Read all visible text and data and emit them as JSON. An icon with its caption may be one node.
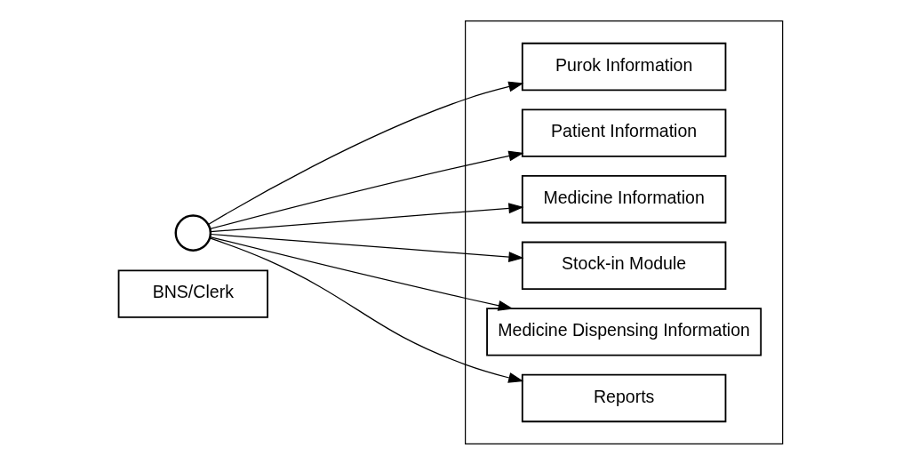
{
  "diagram": {
    "nodes": [
      {
        "text": [],
        "shape": "person"
      },
      {
        "text": [
          "BNS/Clerk"
        ]
      },
      {
        "text": [],
        "shape": "box"
      },
      {
        "text": [
          "Purok Information"
        ],
        "in": 2
      },
      {
        "text": [
          "Patient Information"
        ],
        "in": 2
      },
      {
        "text": [
          "Medicine Information"
        ],
        "in": 2
      },
      {
        "text": [
          "Stock-in Module"
        ],
        "in": 2
      },
      {
        "text": [
          "Medicine Dispensing Information"
        ],
        "in": 2
      },
      {
        "text": [
          "Reports"
        ],
        "in": 2
      }
    ],
    "edges": [
      {
        "from": 0,
        "to": 3,
        "arrow": "to"
      },
      {
        "from": 0,
        "to": 4,
        "arrow": "to"
      },
      {
        "from": 0,
        "to": 5,
        "arrow": "to"
      },
      {
        "from": 0,
        "to": 6,
        "arrow": "to"
      },
      {
        "from": 0,
        "to": 7,
        "arrow": "to"
      },
      {
        "from": 0,
        "to": 8,
        "arrow": "to"
      }
    ]
  }
}
